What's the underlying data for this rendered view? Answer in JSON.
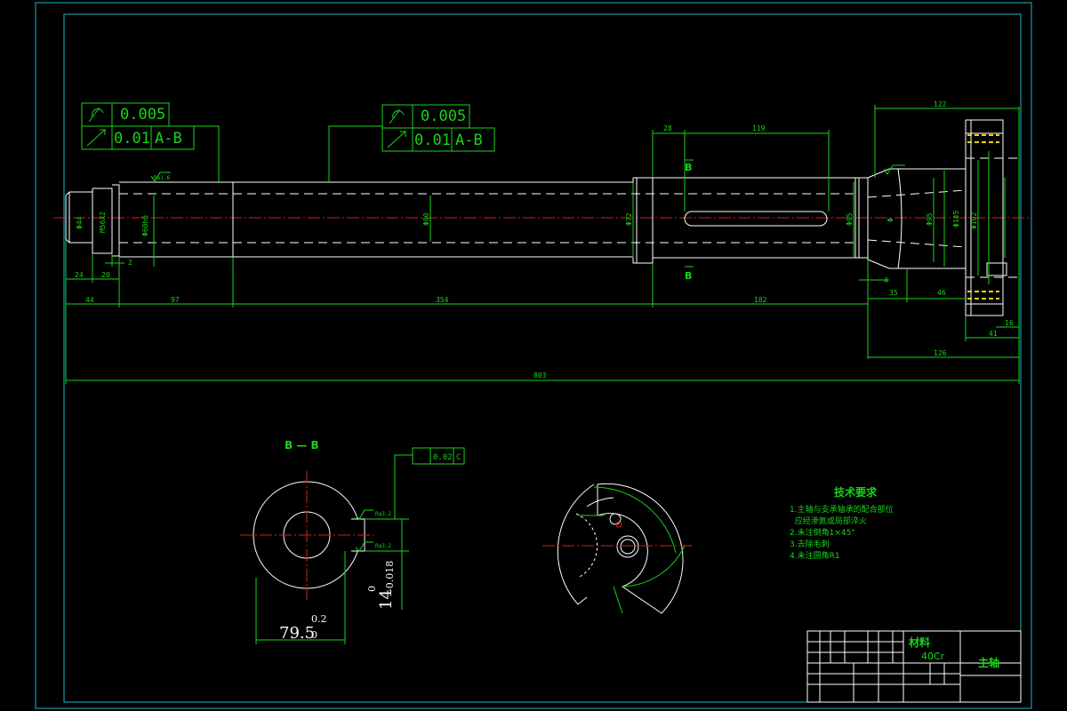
{
  "tolerance_frame_1": {
    "flatness": "0.005",
    "runout": "0.01",
    "datum": "A-B"
  },
  "tolerance_frame_2": {
    "flatness": "0.005",
    "runout": "0.01",
    "datum": "A-B"
  },
  "dimensions": {
    "d_122": "122",
    "d_28": "28",
    "d_119": "119",
    "d_24": "24",
    "d_20": "20",
    "d_2": "2",
    "d_44": "44",
    "d_97": "97",
    "d_354": "354",
    "d_182": "182",
    "d_4": "4",
    "d_35": "35",
    "d_46": "46",
    "d_16": "16",
    "d_41": "41",
    "d_126": "126",
    "d_803": "803",
    "phi_44": "Φ44",
    "m56": "M56X2",
    "phi_60": "Φ60h6",
    "phi_80": "Φ80",
    "phi_72": "Φ72",
    "phi_95_a": "Φ95",
    "phi_95_b": "Φ95",
    "phi_145": "Φ145",
    "phi_102": "Φ102",
    "phi_h": "Φ",
    "roughness": "Ra1.6"
  },
  "section": {
    "title": "B — B",
    "label_b_top": "B",
    "label_b_bottom": "B",
    "flat_tol": "0.02",
    "flat_datum": "C",
    "dim_79": "79.5",
    "dim_79_up": "0.2",
    "dim_79_low": "0",
    "dim_14": "14",
    "dim_14_up": "0",
    "dim_14_low": "-0.018",
    "ra_1": "Ra3.2",
    "ra_2": "Ra3.2"
  },
  "tech": {
    "title": "技术要求",
    "items": [
      "1.主轴与支承轴承的配合部位",
      "  应经渗氮或局部淬火",
      "2.未注倒角1×45°",
      "3.去除毛刺",
      "4.未注圆角R1"
    ]
  },
  "title_block": {
    "material_label": "材料",
    "material": "40Cr",
    "part_name": "主轴"
  }
}
